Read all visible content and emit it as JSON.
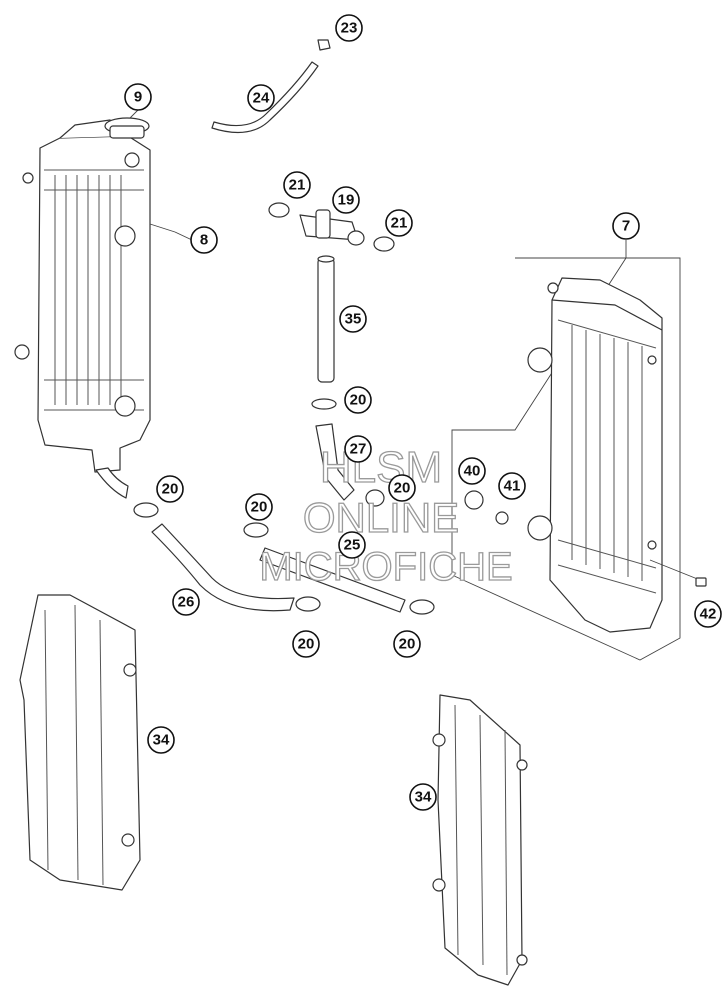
{
  "callouts": [
    {
      "id": "c23",
      "label": "23"
    },
    {
      "id": "c24",
      "label": "24"
    },
    {
      "id": "c9",
      "label": "9"
    },
    {
      "id": "c8",
      "label": "8"
    },
    {
      "id": "c21a",
      "label": "21"
    },
    {
      "id": "c19",
      "label": "19"
    },
    {
      "id": "c21b",
      "label": "21"
    },
    {
      "id": "c7",
      "label": "7"
    },
    {
      "id": "c35",
      "label": "35"
    },
    {
      "id": "c20a",
      "label": "20"
    },
    {
      "id": "c27",
      "label": "27"
    },
    {
      "id": "c20b",
      "label": "20"
    },
    {
      "id": "c40",
      "label": "40"
    },
    {
      "id": "c41",
      "label": "41"
    },
    {
      "id": "c20c",
      "label": "20"
    },
    {
      "id": "c20d",
      "label": "20"
    },
    {
      "id": "c25",
      "label": "25"
    },
    {
      "id": "c26",
      "label": "26"
    },
    {
      "id": "c20e",
      "label": "20"
    },
    {
      "id": "c20f",
      "label": "20"
    },
    {
      "id": "c42",
      "label": "42"
    },
    {
      "id": "c34a",
      "label": "34"
    },
    {
      "id": "c34b",
      "label": "34"
    }
  ],
  "watermark": {
    "line1": "HLSM",
    "line2": "ONLINE",
    "line3": "MICROFICHE"
  }
}
